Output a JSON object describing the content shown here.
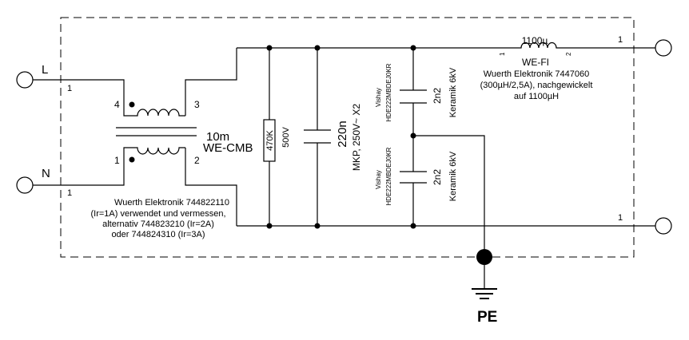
{
  "terminals": {
    "l_label": "L",
    "n_label": "N",
    "l_pin": "1",
    "n_pin": "1",
    "out_top_pin": "1",
    "out_bottom_pin": "1",
    "pe_label": "PE"
  },
  "cmc": {
    "pin4": "4",
    "pin3": "3",
    "pin1": "1",
    "pin2": "2",
    "value": "10m",
    "type": "WE-CMB",
    "note_lines": [
      "Wuerth Elektronik 744822110",
      "(Ir=1A) verwendet und vermessen,",
      "alternativ  744823210 (Ir=2A)",
      "oder 744824310 (Ir=3A)"
    ]
  },
  "resistor": {
    "value": "470K",
    "voltage": "500V"
  },
  "x_cap": {
    "value": "220n",
    "spec": "MKP, 250V~ X2"
  },
  "y_caps": [
    {
      "brand": "Vishay",
      "part": "HDE222MBDEJ0KR",
      "value": "2n2",
      "spec": "Keramik 6kV"
    },
    {
      "brand": "Vishay",
      "part": "HDE222MBDEJ0KR",
      "value": "2n2",
      "spec": "Keramik 6kV"
    }
  ],
  "inductor": {
    "value": "1100µ",
    "type": "WE-FI",
    "pin1": "1",
    "pin2": "2",
    "note_lines": [
      "Wuerth Elektronik 7447060",
      "(300µH/2,5A), nachgewickelt",
      "auf 1100µH"
    ]
  }
}
